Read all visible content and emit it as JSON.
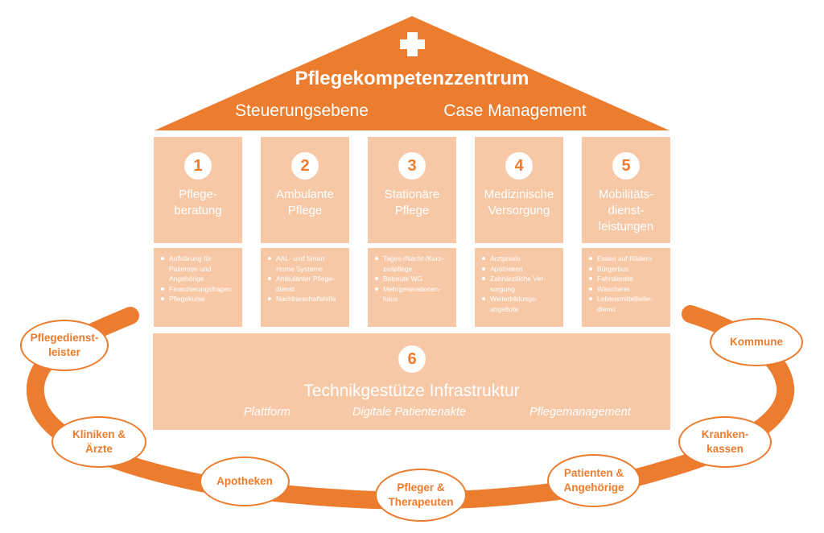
{
  "header": {
    "title": "Pflegekompetenzzentrum",
    "subtitle_left": "Steuerungsebene",
    "subtitle_right": "Case Management",
    "cross_icon": "plus-cross-icon"
  },
  "pillars": [
    {
      "number": "1",
      "label": "Pflege-\nberatung",
      "items": [
        "Aufklärung für\nPatienten und\nAngehörige",
        "Finanzierungsfragen",
        "Pflegekurse"
      ]
    },
    {
      "number": "2",
      "label": "Ambulante\nPflege",
      "items": [
        "AAL- und Smart\nHome Systeme",
        "Ambulanter Pflege-\ndienst",
        "Nachbarschaftshilfe"
      ]
    },
    {
      "number": "3",
      "label": "Stationäre\nPflege",
      "items": [
        "Tages-/Nacht-/Kurz-\nzeitpflege",
        "Betreute WG",
        "Mehrgenerationen-\nhaus"
      ]
    },
    {
      "number": "4",
      "label": "Medizinische\nVersorgung",
      "items": [
        "Arztpraxis",
        "Apotheken",
        "Zahnärztliche Ver-\nsorgung",
        "Weiterbildungs-\nangebote"
      ]
    },
    {
      "number": "5",
      "label": "Mobilitäts-\ndienst-\nleistungen",
      "items": [
        "Essen auf Rädern",
        "Bürgerbus",
        "Fahrdienste",
        "Wäscherei",
        "Lebensmittelliefer-\ndienst"
      ]
    }
  ],
  "infrastructure": {
    "number": "6",
    "title": "Technikgestütze Infrastruktur",
    "items": [
      "Plattform",
      "Digitale Patientenakte",
      "Pflegemanagement"
    ]
  },
  "partners": [
    "Pflegedienst-\nleister",
    "Kliniken &\nÄrzte",
    "Apotheken",
    "Pfleger &\nTherapeuten",
    "Patienten &\nAngehörige",
    "Kranken-\nkassen",
    "Kommune"
  ],
  "colors": {
    "accent": "#ec7c2e",
    "light": "#f7c8a6",
    "white": "#ffffff"
  }
}
